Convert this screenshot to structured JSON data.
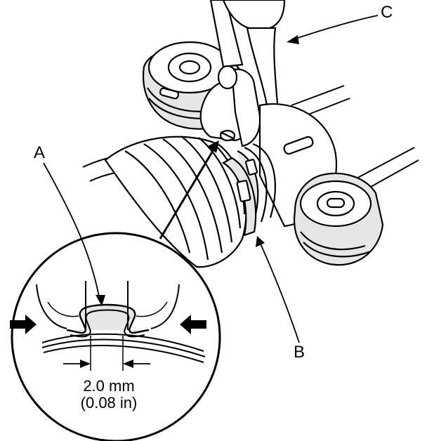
{
  "callouts": {
    "a": "A",
    "b": "B",
    "c": "C"
  },
  "measurement": {
    "metric": "2.0 mm",
    "imperial": "(0.08 in)"
  },
  "colors": {
    "ink": "#000000",
    "paper": "#ffffff",
    "shade": "#e6e6e6"
  }
}
